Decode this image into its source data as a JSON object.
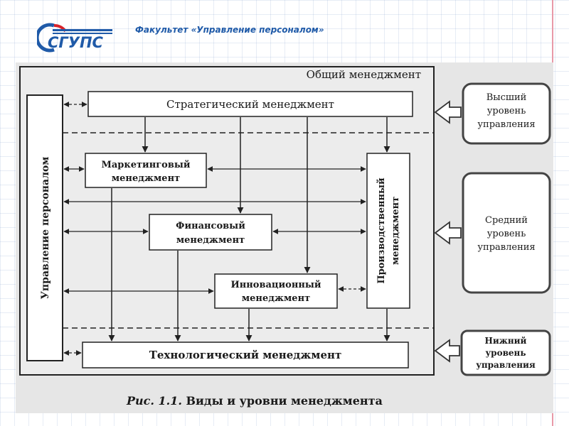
{
  "header": {
    "logo_text": "СГУПС",
    "faculty_title": "Факультет «Управление персоналом»"
  },
  "diagram": {
    "outer_title": "Общий менеджмент",
    "strategic": "Стратегический менеджмент",
    "hr_management": "Управление персоналом",
    "marketing_line1": "Маркетинговый",
    "marketing_line2": "менеджмент",
    "financial_line1": "Финансовый",
    "financial_line2": "менеджмент",
    "innovation_line1": "Инновационный",
    "innovation_line2": "менеджмент",
    "production_line1": "Производственный",
    "production_line2": "менеджмент",
    "technological": "Технологический менеджмент",
    "levels": {
      "top": [
        "Высший",
        "уровень",
        "управления"
      ],
      "middle": [
        "Средний",
        "уровень",
        "управления"
      ],
      "bottom": [
        "Нижний",
        "уровень",
        "управления"
      ]
    },
    "caption_prefix": "Рис. 1.1.",
    "caption_text": "Виды и уровни менеджмента"
  },
  "colors": {
    "logo_blue": "#1f5aa8",
    "logo_red": "#d8232a",
    "margin_line": "#e89aa8"
  }
}
